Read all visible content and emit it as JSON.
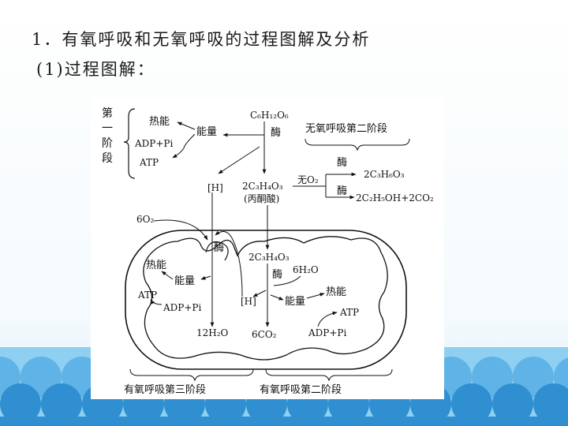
{
  "slide": {
    "title": "1．有氧呼吸和无氧呼吸的过程图解及分析",
    "subtitle": "(1)过程图解："
  },
  "diagram": {
    "stage1_label": [
      "第",
      "一",
      "阶",
      "段"
    ],
    "heat_energy": "热能",
    "energy": "能量",
    "adp_pi": "ADP+Pi",
    "atp": "ATP",
    "glucose": "C₆H₁₂O₆",
    "enzyme": "酶",
    "anaerobic_stage2": "无氧呼吸第二阶段",
    "h": "[H]",
    "pyruvate": "2C₃H₄O₃",
    "pyruvate_name": "(丙酮酸)",
    "no_o2": "无O₂",
    "lactic_acid": "2C₃H₆O₃",
    "alcohol": "2C₂H₅OH+2CO₂",
    "oxygen": "6O₂",
    "water_in": "6H₂O",
    "water_out": "12H₂O",
    "co2": "6CO₂",
    "aerobic_stage3": "有氧呼吸第三阶段",
    "aerobic_stage2": "有氧呼吸第二阶段"
  },
  "colors": {
    "sky": "#ffffff",
    "sky_bottom": "#d9eef8",
    "wave_light": "#7cc7ee",
    "wave_dark": "#2f8fd0"
  }
}
